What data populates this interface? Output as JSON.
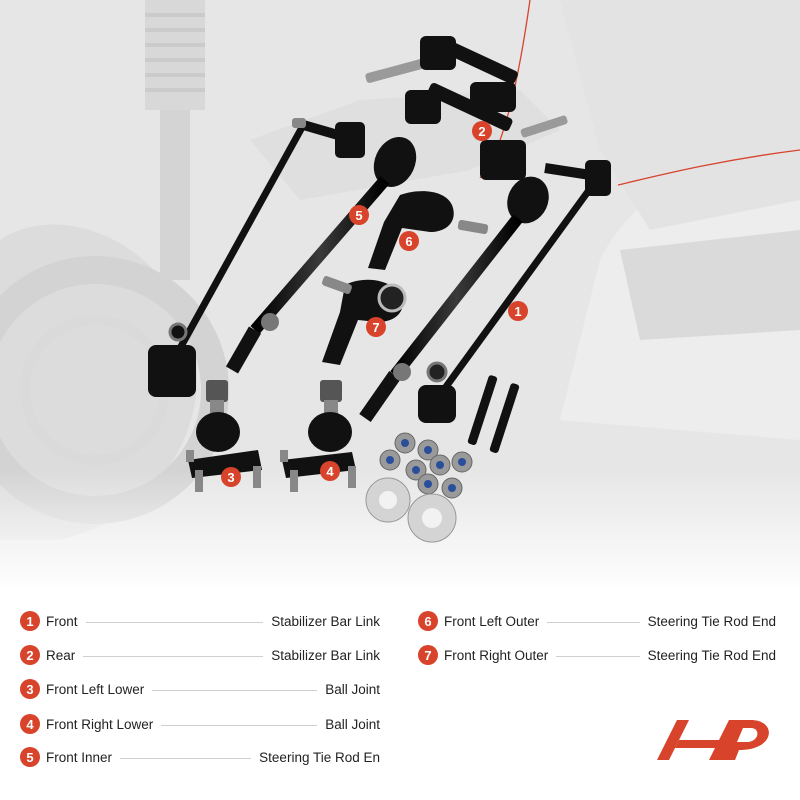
{
  "callouts": [
    {
      "n": "1"
    },
    {
      "n": "2"
    },
    {
      "n": "3"
    },
    {
      "n": "4"
    },
    {
      "n": "5"
    },
    {
      "n": "6"
    },
    {
      "n": "7"
    }
  ],
  "legend": {
    "left": [
      {
        "n": "1",
        "position": "Front",
        "part": "Stabilizer Bar Link"
      },
      {
        "n": "2",
        "position": "Rear",
        "part": "Stabilizer Bar Link"
      },
      {
        "n": "3",
        "position": "Front Left Lower",
        "part": "Ball Joint"
      },
      {
        "n": "4",
        "position": "Front Right Lower",
        "part": "Ball Joint"
      },
      {
        "n": "5",
        "position": "Front Inner",
        "part": "Steering Tie Rod En"
      }
    ],
    "right": [
      {
        "n": "6",
        "position": "Front Left Outer",
        "part": "Steering Tie Rod End"
      },
      {
        "n": "7",
        "position": "Front Right Outer",
        "part": "Steering Tie Rod End"
      }
    ]
  },
  "colors": {
    "accent": "#d8432c",
    "parts": "#111111",
    "background": "#ffffff"
  },
  "icons": {
    "logo": "brand-logo"
  }
}
